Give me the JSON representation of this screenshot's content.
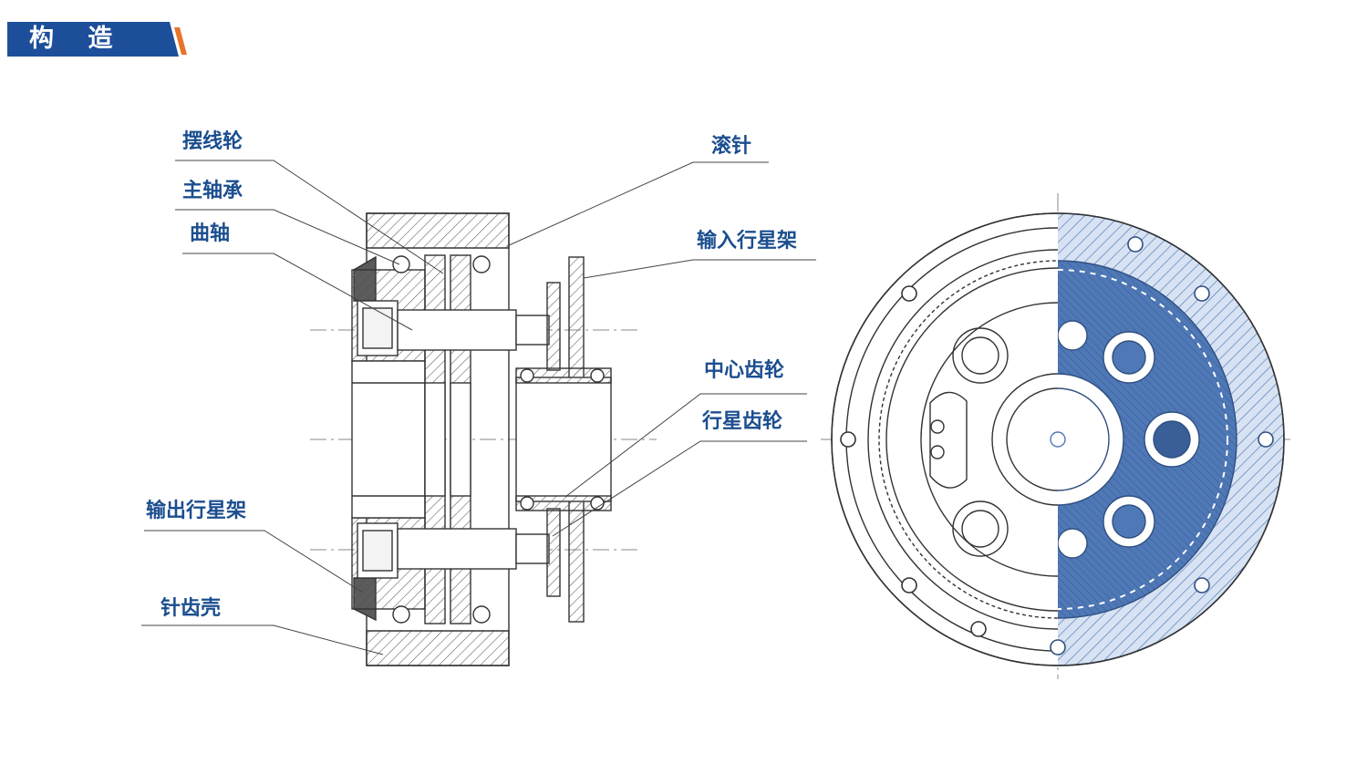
{
  "header": {
    "title": "构 造"
  },
  "labels": {
    "cycloid_gear": "摆线轮",
    "main_bearing": "主轴承",
    "crankshaft": "曲轴",
    "output_planet_carrier": "输出行星架",
    "pin_gear_housing": "针齿壳",
    "needle_roller": "滚针",
    "input_planet_carrier": "输入行星架",
    "sun_gear": "中心齿轮",
    "planet_gear": "行星齿轮"
  },
  "colors": {
    "accent_blue": "#1d4e9a",
    "accent_orange": "#e8732a",
    "label_text": "#1b4e8f",
    "line_gray": "#555555",
    "shaded_blue": "#4f78b6"
  }
}
